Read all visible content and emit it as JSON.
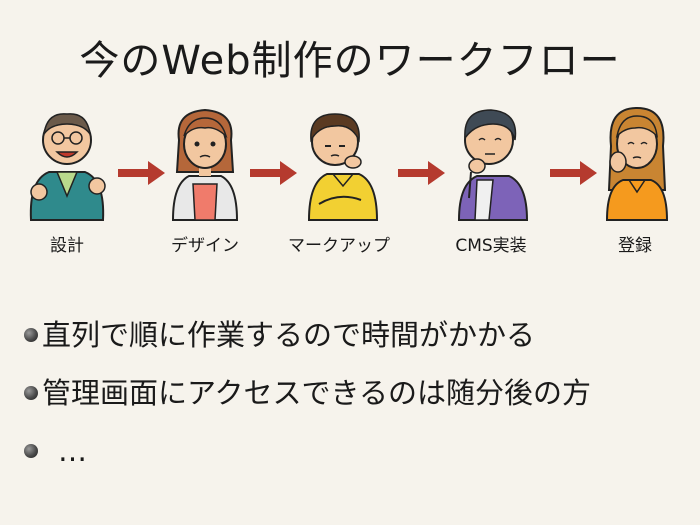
{
  "title": "今のWeb制作のワークフロー",
  "workflow": {
    "steps": [
      {
        "label": "設計",
        "icon": "presenter-person-icon"
      },
      {
        "label": "デザイン",
        "icon": "worried-woman-icon"
      },
      {
        "label": "マークアップ",
        "icon": "thinking-man-icon"
      },
      {
        "label": "CMS実装",
        "icon": "pondering-person-icon"
      },
      {
        "label": "登録",
        "icon": "troubled-woman-icon"
      }
    ],
    "arrow_color": "#b53a2e"
  },
  "bullets": [
    "直列で順に作業するので時間がかかる",
    "管理画面にアクセスできるのは随分後の方",
    "…"
  ]
}
